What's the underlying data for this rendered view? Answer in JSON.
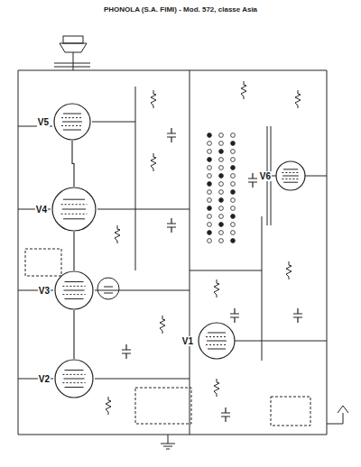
{
  "diagram": {
    "title": "PHONOLA (S.A. FIMI) - Mod. 572, classe Asia",
    "nodes": [
      {
        "text": [
          "V5"
        ]
      },
      {
        "text": [
          "V6"
        ]
      },
      {
        "text": [
          "V4"
        ]
      },
      {
        "text": [
          "V3"
        ]
      },
      {
        "text": [
          "V1"
        ]
      },
      {
        "text": [
          "V2"
        ]
      }
    ],
    "edges": [
      {
        "from": 5,
        "to": 3,
        "arrow": "none"
      },
      {
        "from": 3,
        "to": 2,
        "arrow": "none"
      },
      {
        "from": 2,
        "to": 0,
        "arrow": "none"
      }
    ]
  }
}
